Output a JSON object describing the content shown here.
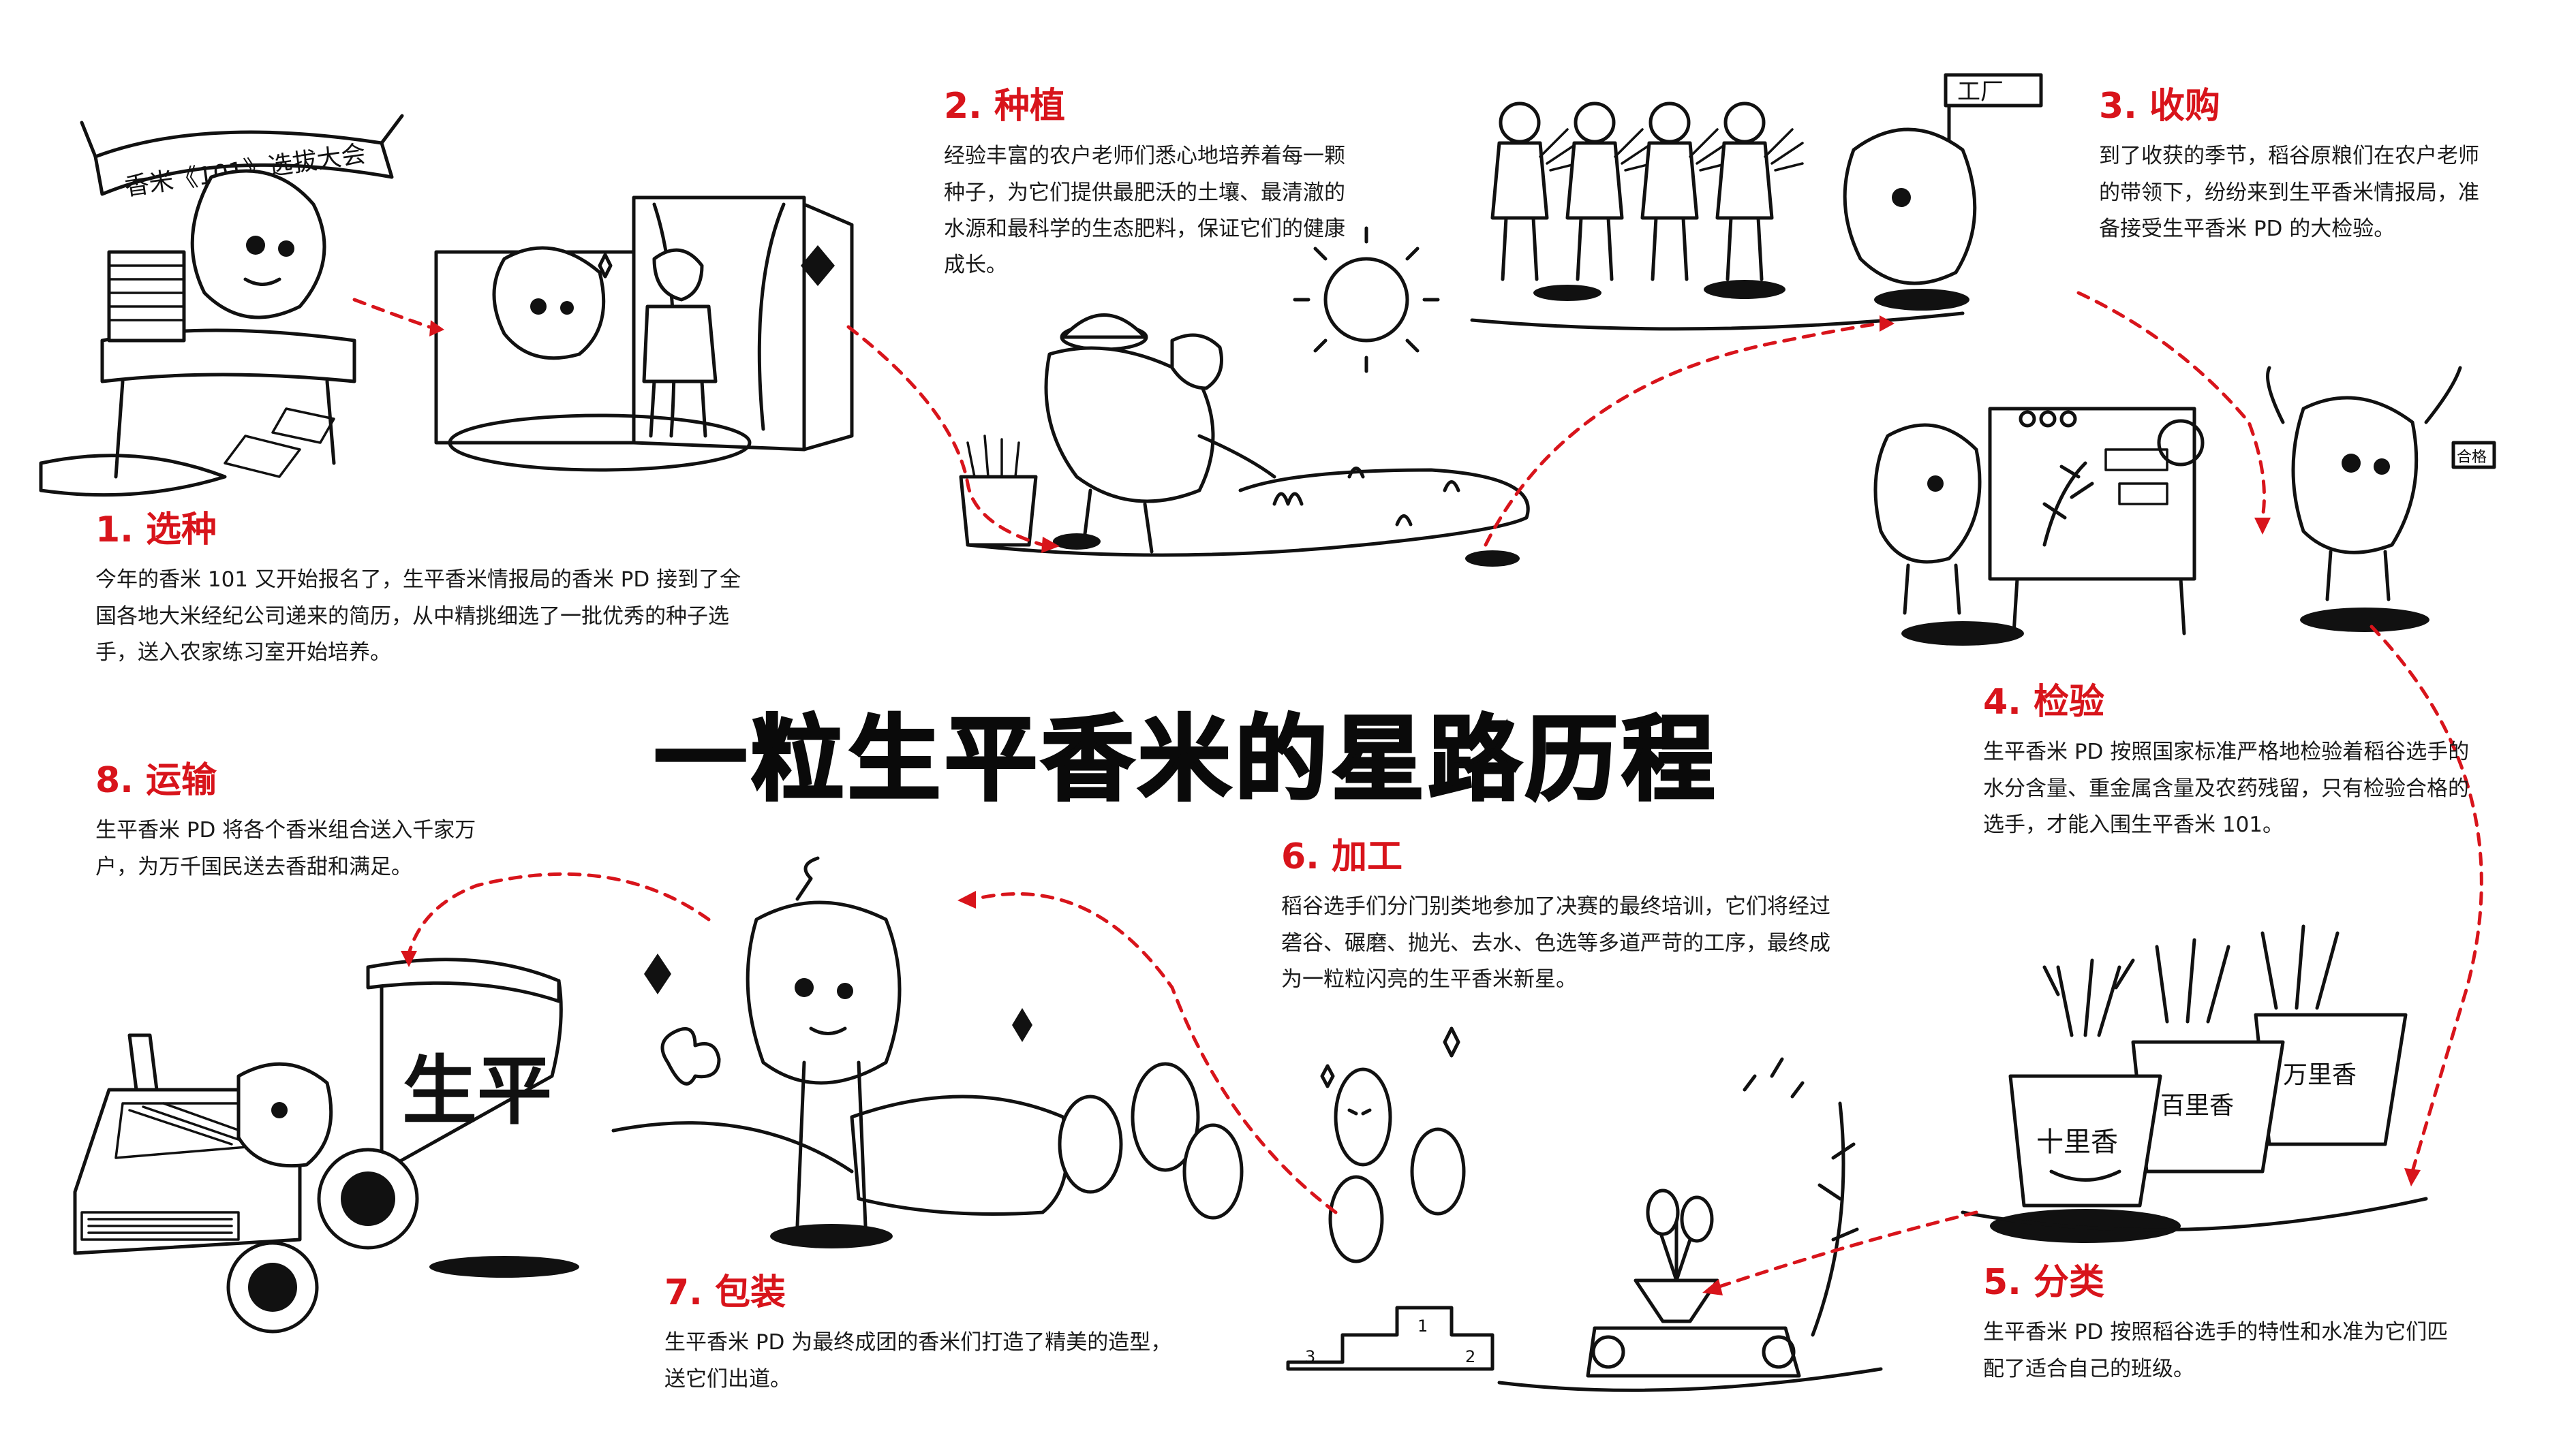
{
  "title": "一粒生平香米的星路历程",
  "steps": [
    {
      "heading": "1. 选种",
      "text": "今年的香米 101 又开始报名了，生平香米情报局的香米 PD 接到了全国各地大米经纪公司递来的简历，从中精挑细选了一批优秀的种子选手，送入农家练习室开始培养。"
    },
    {
      "heading": "2. 种植",
      "text": "经验丰富的农户老师们悉心地培养着每一颗种子，为它们提供最肥沃的土壤、最清澈的水源和最科学的生态肥料，保证它们的健康成长。"
    },
    {
      "heading": "3. 收购",
      "text": "到了收获的季节，稻谷原粮们在农户老师的带领下，纷纷来到生平香米情报局，准备接受生平香米 PD 的大检验。"
    },
    {
      "heading": "4. 检验",
      "text": "生平香米 PD 按照国家标准严格地检验着稻谷选手的水分含量、重金属含量及农药残留，只有检验合格的选手，才能入围生平香米 101。"
    },
    {
      "heading": "5. 分类",
      "text": "生平香米 PD 按照稻谷选手的特性和水准为它们匹配了适合自己的班级。"
    },
    {
      "heading": "6. 加工",
      "text": "稻谷选手们分门别类地参加了决赛的最终培训，它们将经过砻谷、碾磨、抛光、去水、色选等多道严苛的工序，最终成为一粒粒闪亮的生平香米新星。"
    },
    {
      "heading": "7. 包装",
      "text": "生平香米 PD 为最终成团的香米们打造了精美的造型，送它们出道。"
    },
    {
      "heading": "8. 运输",
      "text": "生平香米 PD 将各个香米组合送入千家万户，为万千国民送去香甜和满足。"
    }
  ],
  "illustration_labels": {
    "banner": "香米《101》选拔大会",
    "factory_sign": "工厂",
    "truck_logo": "生平",
    "pot_1": "十里香",
    "pot_2": "百里香",
    "pot_3": "万里香",
    "podium_1": "1",
    "podium_2": "2",
    "podium_3": "3",
    "tag": "合格"
  },
  "colors": {
    "accent": "#d8141b",
    "ink": "#111111",
    "background": "#ffffff"
  }
}
